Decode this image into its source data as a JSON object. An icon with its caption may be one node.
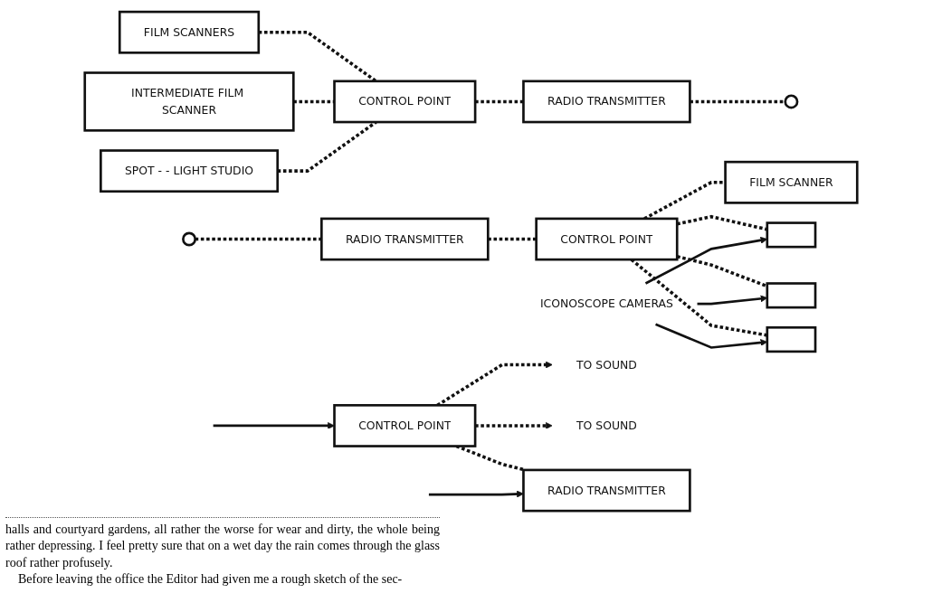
{
  "diagram": {
    "nodes": [
      {
        "text": [
          "FILM SCANNERS"
        ]
      },
      {
        "text": [
          "INTERMEDIATE FILM SCANNER"
        ]
      },
      {
        "text": [
          "SPOT - - LIGHT STUDIO"
        ]
      },
      {
        "text": [
          "CONTROL POINT"
        ]
      },
      {
        "text": [
          "RADIO TRANSMITTER"
        ]
      },
      {
        "text": [],
        "shape": "circle"
      },
      {
        "text": [],
        "shape": "circle"
      },
      {
        "text": [
          "RADIO TRANSMITTER"
        ]
      },
      {
        "text": [
          "CONTROL POINT"
        ]
      },
      {
        "text": [
          "FILM SCANNER"
        ]
      },
      {
        "text": [],
        "shape": "box"
      },
      {
        "text": [],
        "shape": "box"
      },
      {
        "text": [],
        "shape": "box"
      },
      {
        "text": [
          "ICONOSCOPE CAMERAS"
        ]
      },
      {
        "text": [
          "TO SOUND"
        ]
      },
      {
        "text": [
          "CONTROL POINT"
        ]
      },
      {
        "text": [
          "TO SOUND"
        ]
      },
      {
        "text": [
          "RADIO TRANSMITTER"
        ]
      }
    ],
    "edges": [
      {
        "from": 0,
        "to": 3,
        "arrow": "none",
        "style": "dashed"
      },
      {
        "from": 1,
        "to": 3,
        "arrow": "none",
        "style": "dashed"
      },
      {
        "from": 2,
        "to": 3,
        "arrow": "none",
        "style": "dashed"
      },
      {
        "from": 3,
        "to": 4,
        "arrow": "none",
        "style": "dashed"
      },
      {
        "from": 4,
        "to": 5,
        "arrow": "none",
        "style": "dashed"
      },
      {
        "from": 6,
        "to": 7,
        "arrow": "none",
        "style": "dashed"
      },
      {
        "from": 7,
        "to": 8,
        "arrow": "none",
        "style": "dashed"
      },
      {
        "from": 8,
        "to": 9,
        "arrow": "none",
        "style": "dashed"
      },
      {
        "from": 8,
        "to": 10,
        "arrow": "none",
        "style": "dashed"
      },
      {
        "from": 8,
        "to": 11,
        "arrow": "none",
        "style": "dashed"
      },
      {
        "from": 8,
        "to": 12,
        "arrow": "none",
        "style": "dashed"
      },
      {
        "from": 13,
        "to": 10,
        "arrow": "to"
      },
      {
        "from": 13,
        "to": 11,
        "arrow": "to"
      },
      {
        "from": 13,
        "to": 12,
        "arrow": "to"
      },
      {
        "from": null,
        "to": 15,
        "arrow": "to"
      },
      {
        "from": 15,
        "to": 14,
        "arrow": "to",
        "style": "dashed"
      },
      {
        "from": 15,
        "to": 16,
        "arrow": "to",
        "style": "dashed"
      },
      {
        "from": 15,
        "to": 17,
        "arrow": "none",
        "style": "dashed"
      },
      {
        "from": null,
        "to": 17,
        "arrow": "to"
      }
    ],
    "labels": [
      "halls and courtyard gardens, all rather the worse for wear and dirty, the whole being rather depressing. I feel pretty sure that on a wet day the rain comes through the glass roof rather profusely.",
      "Before leaving the office the Editor had given me a rough sketch of the sec-"
    ]
  }
}
